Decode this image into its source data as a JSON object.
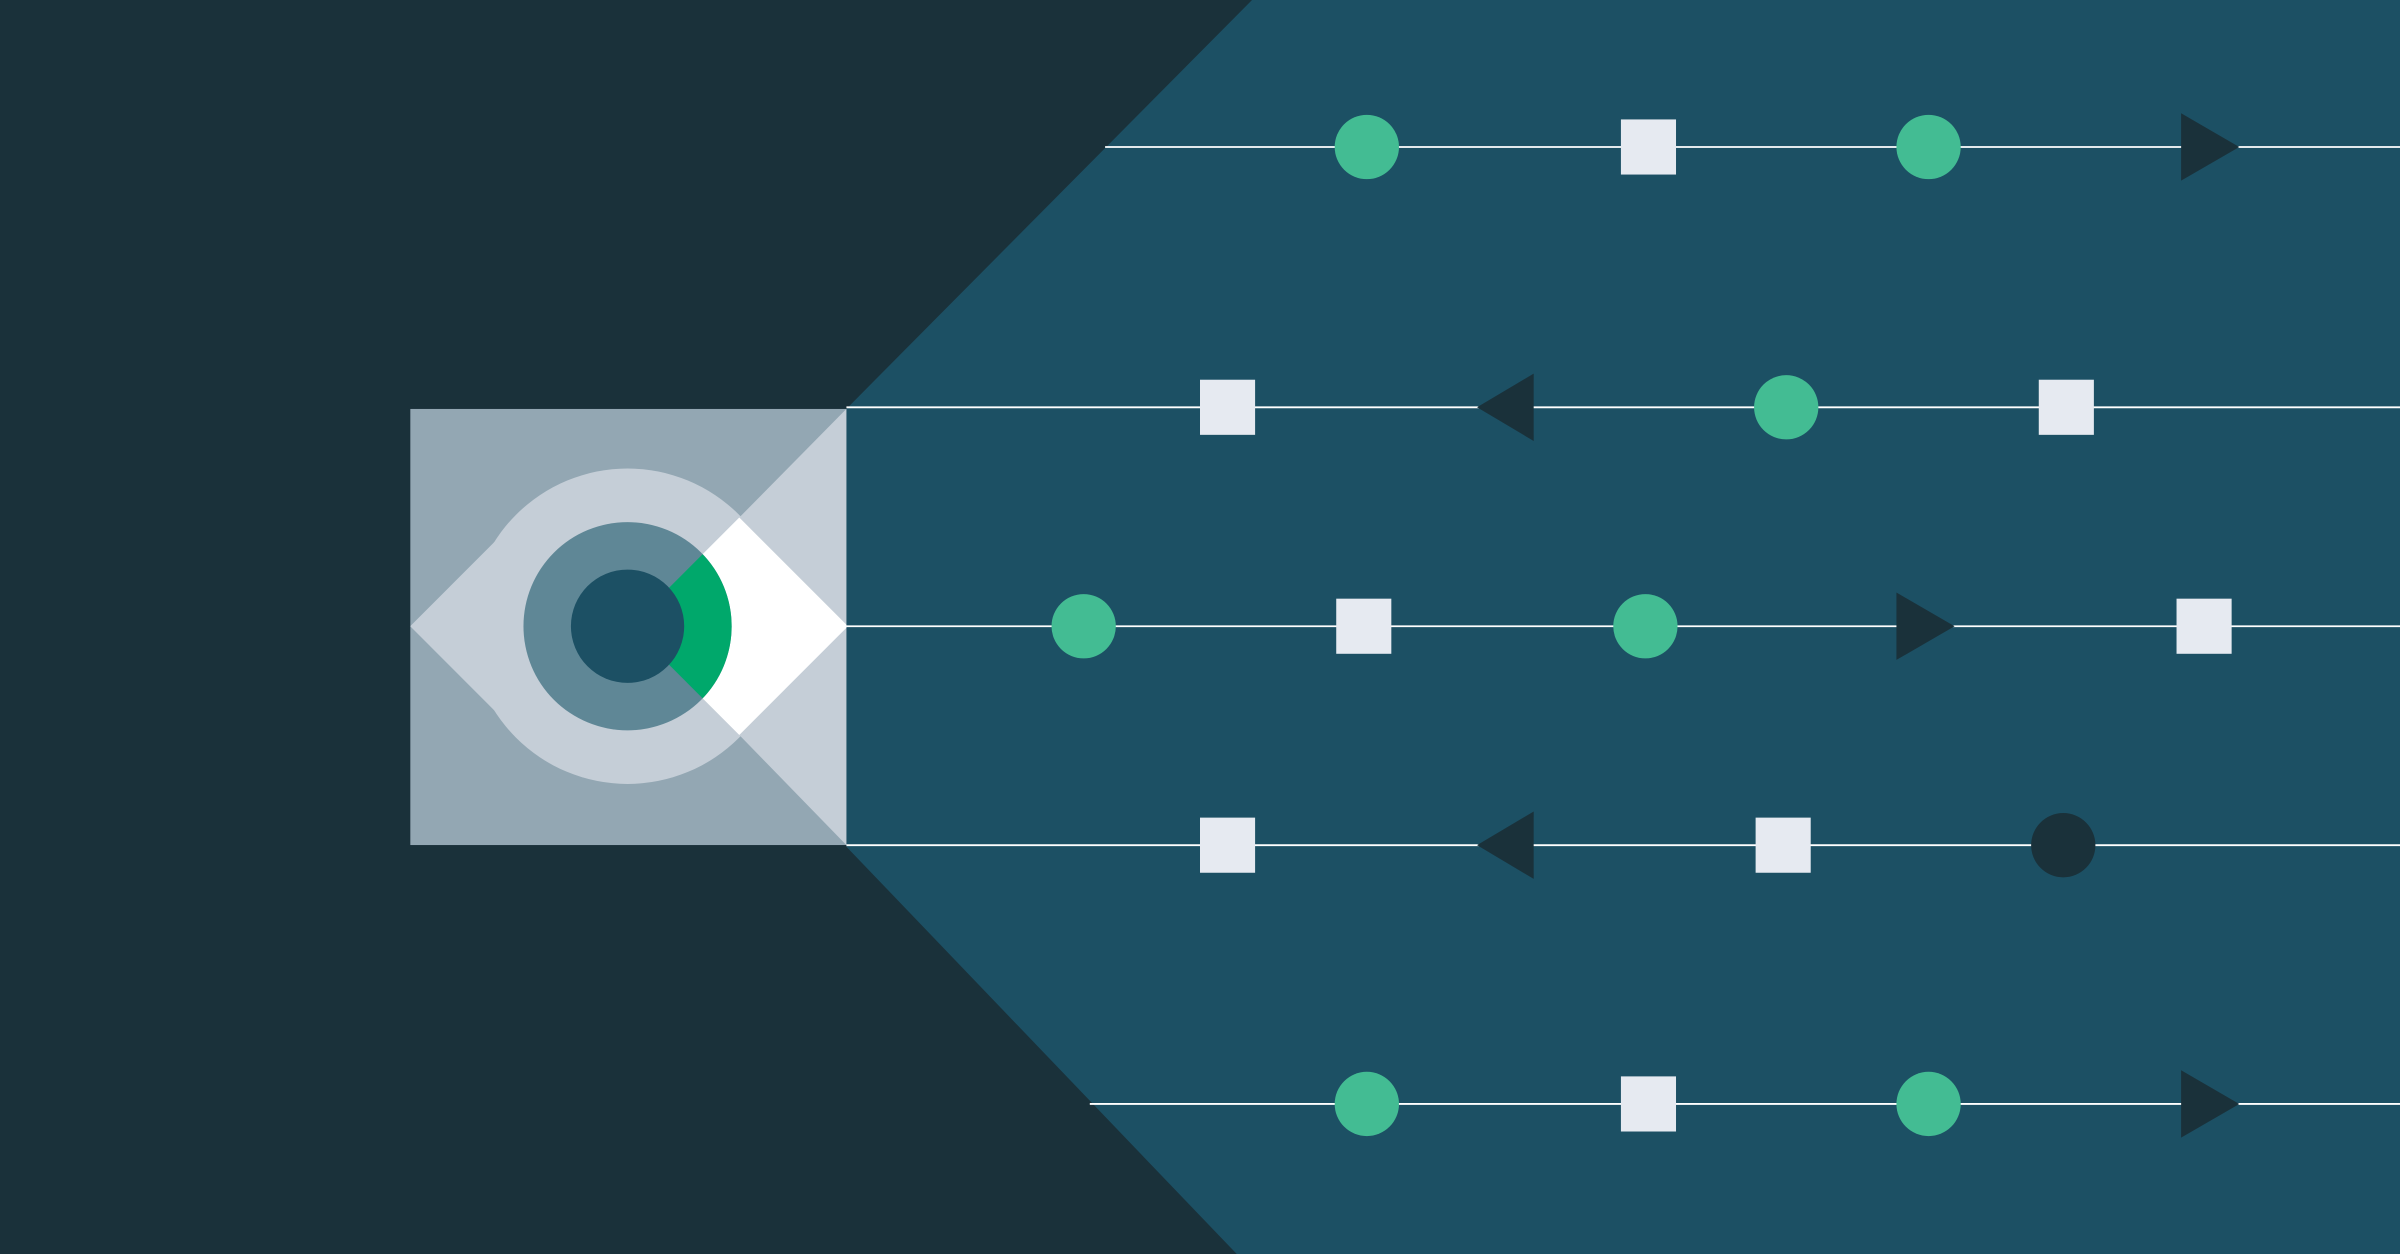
{
  "colors": {
    "background": "#1a313a",
    "panel": "#1c5064",
    "logo_base": "#93a7b3",
    "logo_light": "#c5ced7",
    "logo_ring": "#5f8796",
    "logo_core": "#1c5064",
    "logo_accent": "#00a86b",
    "logo_white": "#ffffff",
    "line": "#ffffff",
    "circle": "#43bc93",
    "circle_dark": "#1a313a",
    "square": "#e6eaf1",
    "triangle": "#1a313a"
  },
  "icons": {
    "logo": "eye-icon"
  },
  "flow_rows": [
    {
      "items": [
        "circle",
        "square",
        "circle",
        "triangle-right"
      ]
    },
    {
      "items": [
        "square",
        "triangle-left",
        "circle",
        "square"
      ]
    },
    {
      "items": [
        "circle",
        "square",
        "circle",
        "triangle-right",
        "square"
      ]
    },
    {
      "items": [
        "square",
        "triangle-left",
        "square",
        "circle-dark"
      ]
    },
    {
      "items": [
        "circle",
        "square",
        "circle",
        "triangle-right"
      ]
    }
  ]
}
